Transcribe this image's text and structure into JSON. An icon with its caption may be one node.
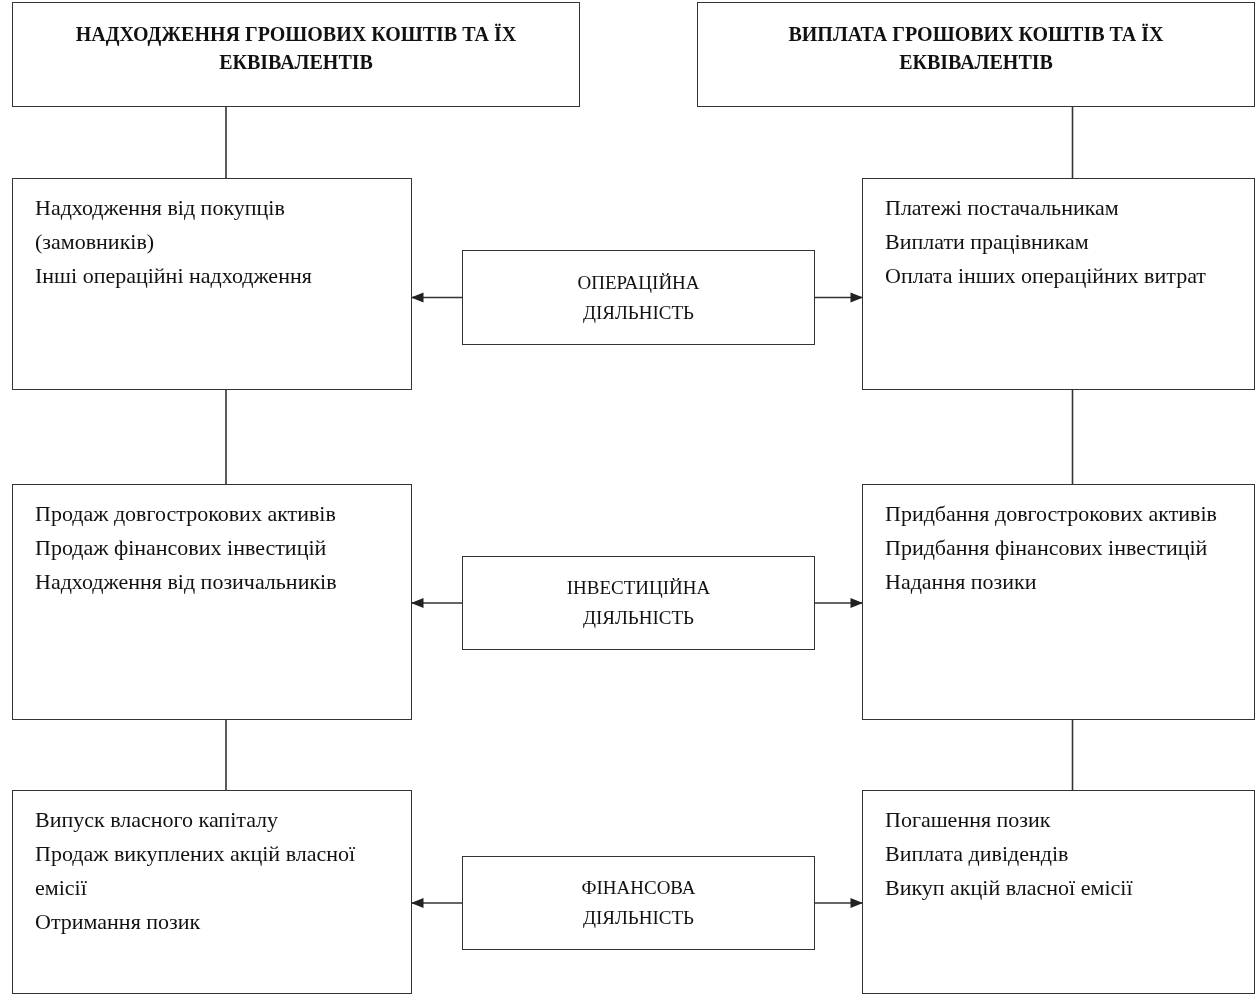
{
  "diagram": {
    "nodes": [
      {
        "text": [
          "НАДХОДЖЕННЯ ГРОШОВИХ КОШТІВ ТА ЇХ ЕКВІВАЛЕНТІВ"
        ]
      },
      {
        "text": [
          "ВИПЛАТА ГРОШОВИХ КОШТІВ ТА ЇХ ЕКВІВАЛЕНТІВ"
        ]
      },
      {
        "text": [
          "Надходження від покупців (замовників)",
          "Інші операційні надходження"
        ]
      },
      {
        "text": [
          "ОПЕРАЦІЙНА ДІЯЛЬНІСТЬ"
        ]
      },
      {
        "text": [
          "Платежі постачальникам",
          "Виплати працівникам",
          "Оплата інших операційних витрат"
        ]
      },
      {
        "text": [
          "Продаж довгострокових активів",
          "Продаж фінансових інвестицій",
          "Надходження від позичальників"
        ]
      },
      {
        "text": [
          "ІНВЕСТИЦІЙНА ДІЯЛЬНІСТЬ"
        ]
      },
      {
        "text": [
          "Придбання довгострокових активів",
          "Придбання фінансових інвестицій",
          "Надання позики"
        ]
      },
      {
        "text": [
          "Випуск власного капіталу",
          "Продаж викуплених акцій власної емісії",
          "Отримання позик"
        ]
      },
      {
        "text": [
          "ФІНАНСОВА ДІЯЛЬНІСТЬ"
        ]
      },
      {
        "text": [
          "Погашення позик",
          "Виплата дивідендів",
          "Викуп акцій власної емісії"
        ]
      }
    ],
    "edges": [
      {
        "from": 0,
        "to": 2,
        "arrow": "none"
      },
      {
        "from": 1,
        "to": 4,
        "arrow": "none"
      },
      {
        "from": 3,
        "to": 2,
        "arrow": "to"
      },
      {
        "from": 3,
        "to": 4,
        "arrow": "to"
      },
      {
        "from": 2,
        "to": 5,
        "arrow": "none"
      },
      {
        "from": 4,
        "to": 7,
        "arrow": "none"
      },
      {
        "from": 6,
        "to": 5,
        "arrow": "to"
      },
      {
        "from": 6,
        "to": 7,
        "arrow": "to"
      },
      {
        "from": 5,
        "to": 8,
        "arrow": "none"
      },
      {
        "from": 7,
        "to": 10,
        "arrow": "none"
      },
      {
        "from": 9,
        "to": 8,
        "arrow": "to"
      },
      {
        "from": 9,
        "to": 10,
        "arrow": "to"
      }
    ]
  }
}
